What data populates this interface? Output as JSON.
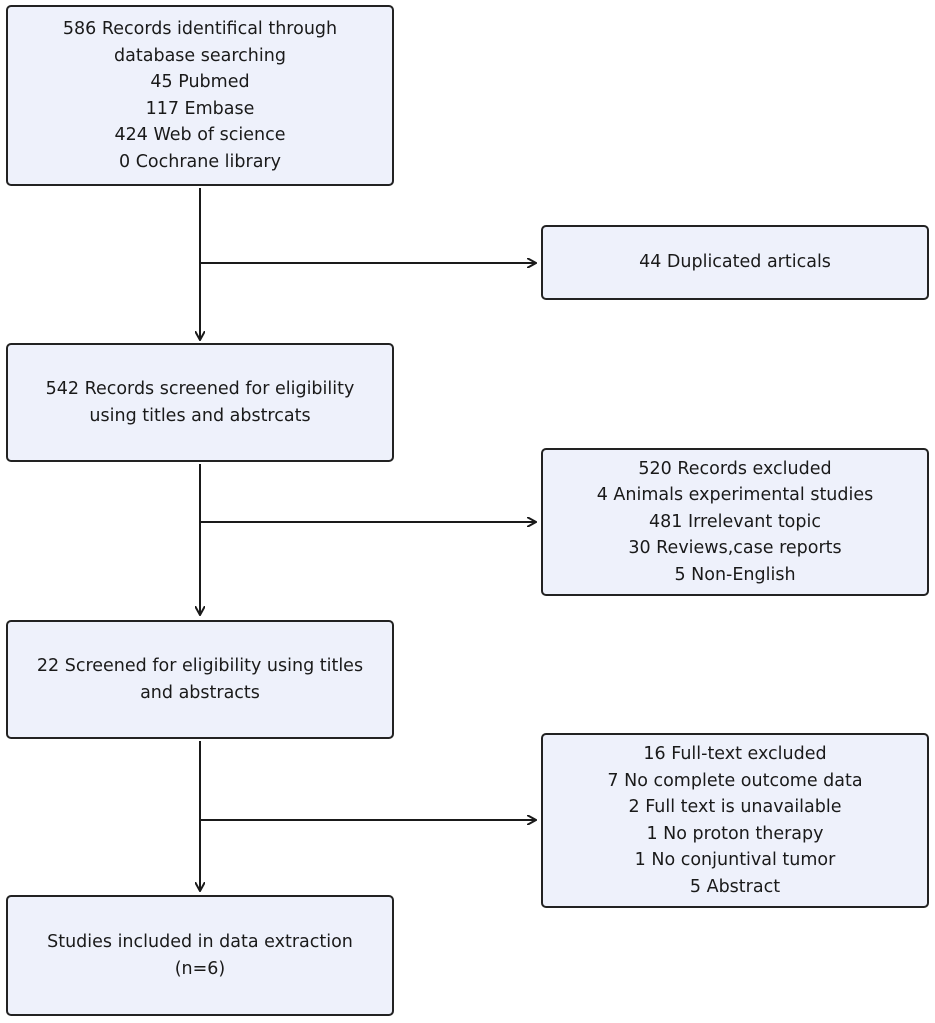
{
  "identification": {
    "lines": [
      "586 Records identifical through",
      "database searching",
      "45 Pubmed",
      "117 Embase",
      "424 Web of science",
      "0 Cochrane library"
    ]
  },
  "duplicates": {
    "lines": [
      "44 Duplicated articals"
    ]
  },
  "screening": {
    "lines": [
      "542 Records screened for eligibility using titles and abstrcats"
    ]
  },
  "excluded": {
    "lines": [
      "520 Records excluded",
      "4 Animals experimental studies",
      "481 Irrelevant topic",
      "30 Reviews,case reports",
      "5 Non-English"
    ]
  },
  "eligibility": {
    "lines": [
      "22 Screened for eligibility using titles and abstracts"
    ]
  },
  "fulltext_excluded": {
    "lines": [
      "16 Full-text excluded",
      "7 No complete outcome data",
      "2 Full text is unavailable",
      "1 No proton therapy",
      "1 No conjuntival tumor",
      "5 Abstract"
    ]
  },
  "included": {
    "lines": [
      "Studies included in data extraction",
      "(n=6)"
    ]
  }
}
